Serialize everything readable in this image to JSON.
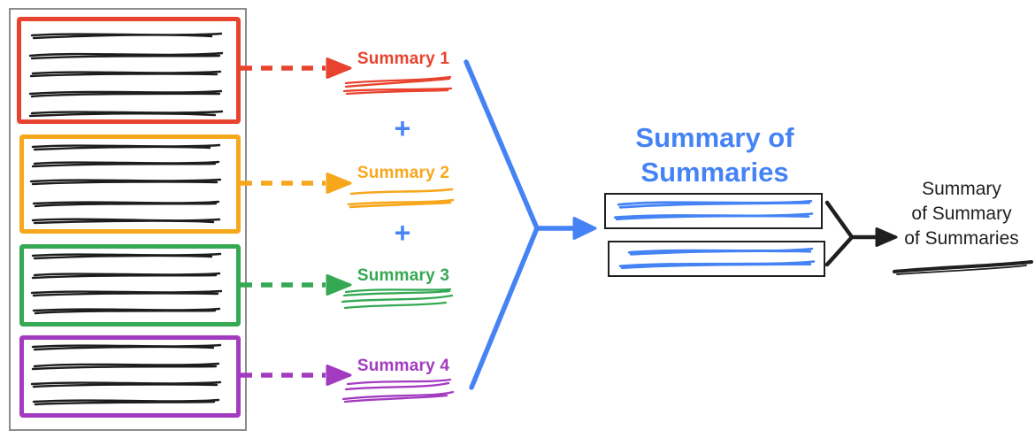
{
  "colors": {
    "chunk1_red": "#e8432e",
    "chunk2_yellow": "#f7a71c",
    "chunk3_green": "#34a853",
    "chunk4_purple": "#a33bc0",
    "merge_blue": "#4583f5",
    "final_black": "#1f1f1f",
    "document_border_gray": "#8c8c8c"
  },
  "source_document": {
    "chunks": [
      {
        "name": "chunk-1",
        "color": "#e8432e",
        "text_lines": 5
      },
      {
        "name": "chunk-2",
        "color": "#f7a71c",
        "text_lines": 5
      },
      {
        "name": "chunk-3",
        "color": "#34a853",
        "text_lines": 4
      },
      {
        "name": "chunk-4",
        "color": "#a33bc0",
        "text_lines": 4
      }
    ]
  },
  "summaries": {
    "plus": "+",
    "items": [
      {
        "label": "Summary 1",
        "color": "#e8432e"
      },
      {
        "label": "Summary 2",
        "color": "#f7a71c"
      },
      {
        "label": "Summary 3",
        "color": "#34a853"
      },
      {
        "label": "Summary 4",
        "color": "#a33bc0"
      }
    ]
  },
  "merge": {
    "title": "Summary of\nSummaries",
    "color": "#4583f5",
    "box_count": 2
  },
  "final": {
    "label": "Summary\nof Summary\nof Summaries",
    "color": "#1f1f1f"
  }
}
